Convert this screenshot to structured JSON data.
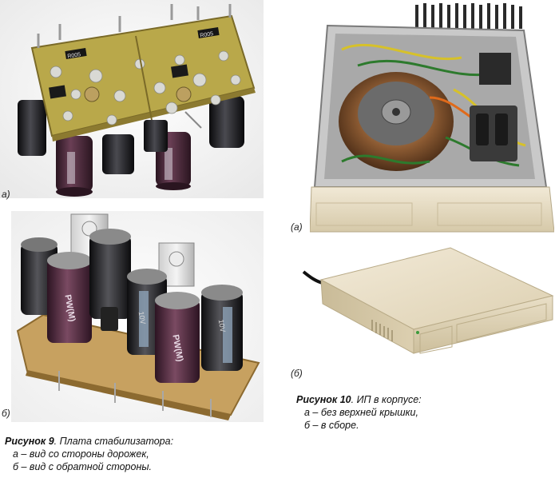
{
  "figure9": {
    "label_a": "а)",
    "label_b": "б)",
    "caption_title": "Рисунок 9",
    "caption_text": ". Плата стабилизатора:",
    "caption_line1": "а – вид со стороны дорожек,",
    "caption_line2": "б – вид с обратной стороны.",
    "board_marking_1": "R005",
    "board_marking_2": "R005",
    "cap_marking_1": "PW(M)",
    "cap_marking_2": "PW(M)",
    "cap_marking_3": "10V",
    "cap_marking_4": "10V"
  },
  "figure10": {
    "label_a": "(а)",
    "label_b": "(б)",
    "caption_title": "Рисунок 10",
    "caption_text": ". ИП в корпусе:",
    "caption_line1": "а – без верхней крышки,",
    "caption_line2": "б – в сборе."
  },
  "colors": {
    "pcb_top": "#b9a84a",
    "pcb_bottom": "#c7a160",
    "capacitor_purple": "#4b2a3a",
    "capacitor_black": "#1d1d1f",
    "case_beige": "#e6dcc3",
    "transformer_copper": "#8b5a32"
  }
}
